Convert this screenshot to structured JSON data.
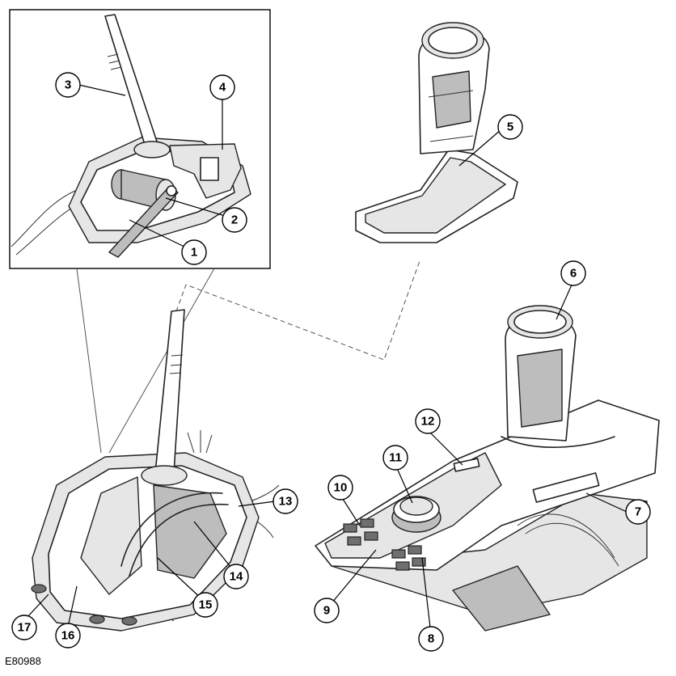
{
  "figure_ref": "E80988",
  "callouts": [
    {
      "label": "1"
    },
    {
      "label": "2"
    },
    {
      "label": "3"
    },
    {
      "label": "4"
    },
    {
      "label": "5"
    },
    {
      "label": "6"
    },
    {
      "label": "7"
    },
    {
      "label": "8"
    },
    {
      "label": "9"
    },
    {
      "label": "10"
    },
    {
      "label": "11"
    },
    {
      "label": "12"
    },
    {
      "label": "13"
    },
    {
      "label": "14"
    },
    {
      "label": "15"
    },
    {
      "label": "16"
    },
    {
      "label": "17"
    }
  ]
}
